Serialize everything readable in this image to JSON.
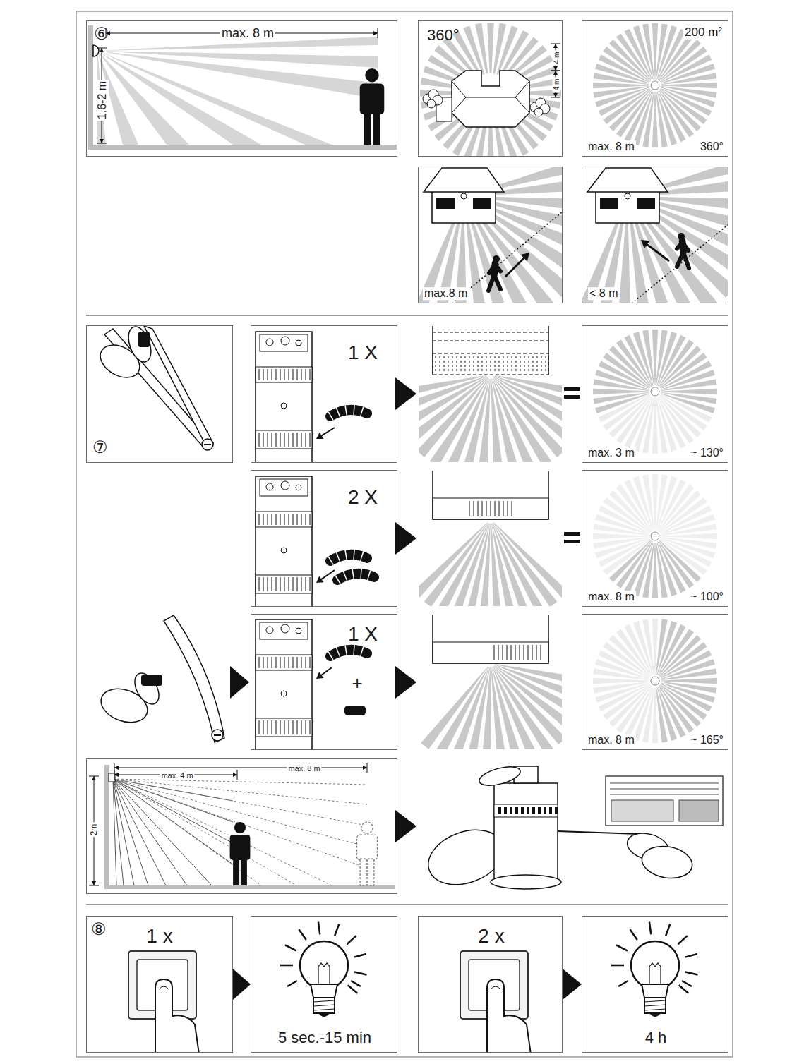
{
  "diagram": {
    "nodes": [
      {
        "text": [
          "⑥",
          "max. 8 m",
          "1,6-2 m"
        ]
      },
      {
        "text": [
          "360°",
          "4 m",
          "4 m"
        ]
      },
      {
        "text": [
          "200 m²",
          "max. 8 m",
          "360°"
        ]
      },
      {
        "text": [
          "max.8 m"
        ]
      },
      {
        "text": [
          "< 8 m"
        ]
      },
      {
        "text": [
          "⑦"
        ]
      },
      {
        "text": [
          "1 X"
        ]
      },
      {
        "text": [
          "max. 3 m",
          "~ 130°"
        ]
      },
      {
        "text": [
          "2 X"
        ]
      },
      {
        "text": [
          "max. 8 m",
          "~ 100°"
        ]
      },
      {
        "text": [
          "1 X",
          "+"
        ]
      },
      {
        "text": [
          "max. 8 m",
          "~ 165°"
        ]
      },
      {
        "text": [
          "max. 4 m",
          "max. 8 m",
          "2m"
        ]
      },
      {
        "text": [
          "⑧",
          "1 x"
        ]
      },
      {
        "text": [
          "5 sec.-15 min"
        ]
      },
      {
        "text": [
          "2 x"
        ]
      },
      {
        "text": [
          "4 h"
        ]
      }
    ],
    "edges": [
      {
        "from": 13,
        "to": 14,
        "arrow": "to"
      },
      {
        "from": 15,
        "to": 16,
        "arrow": "to"
      }
    ]
  }
}
